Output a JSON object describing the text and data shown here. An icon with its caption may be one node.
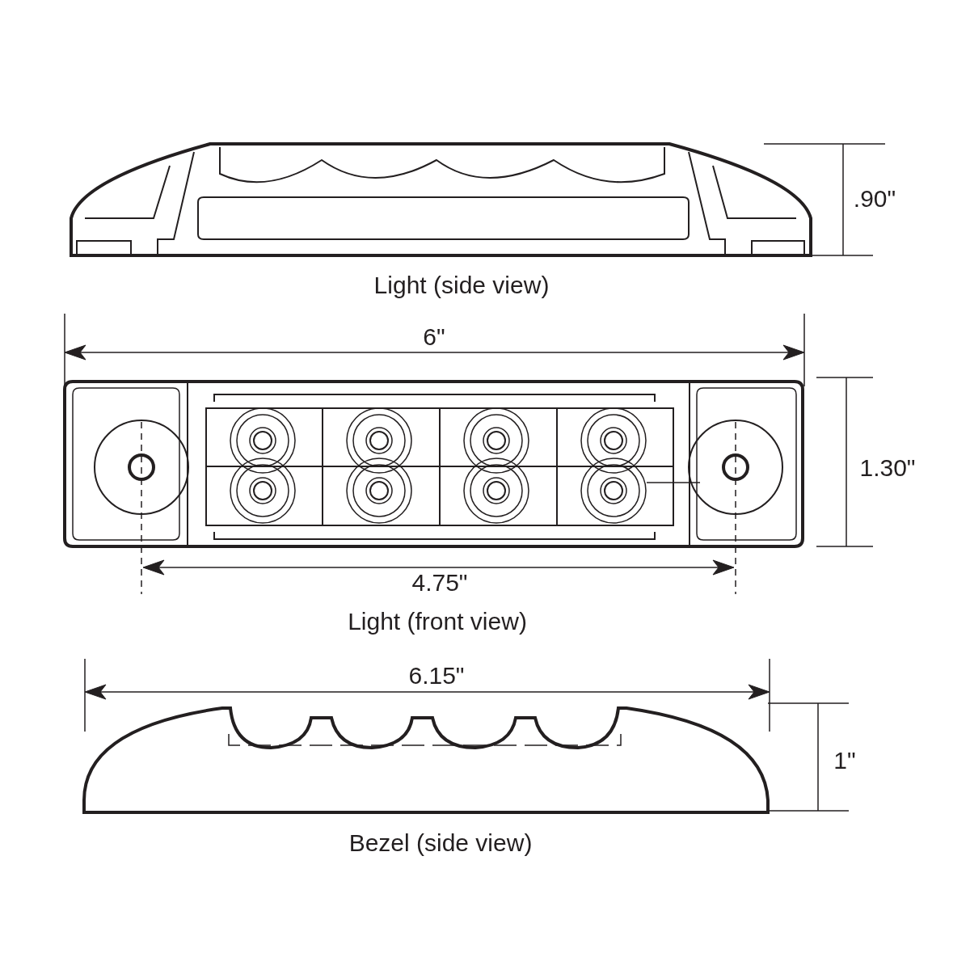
{
  "diagram": {
    "labels": [
      ".90\"",
      "Light (side view)",
      "6\"",
      "1.30\"",
      "4.75\"",
      "Light (front view)",
      "6.15\"",
      "1\"",
      "Bezel (side view)"
    ]
  }
}
